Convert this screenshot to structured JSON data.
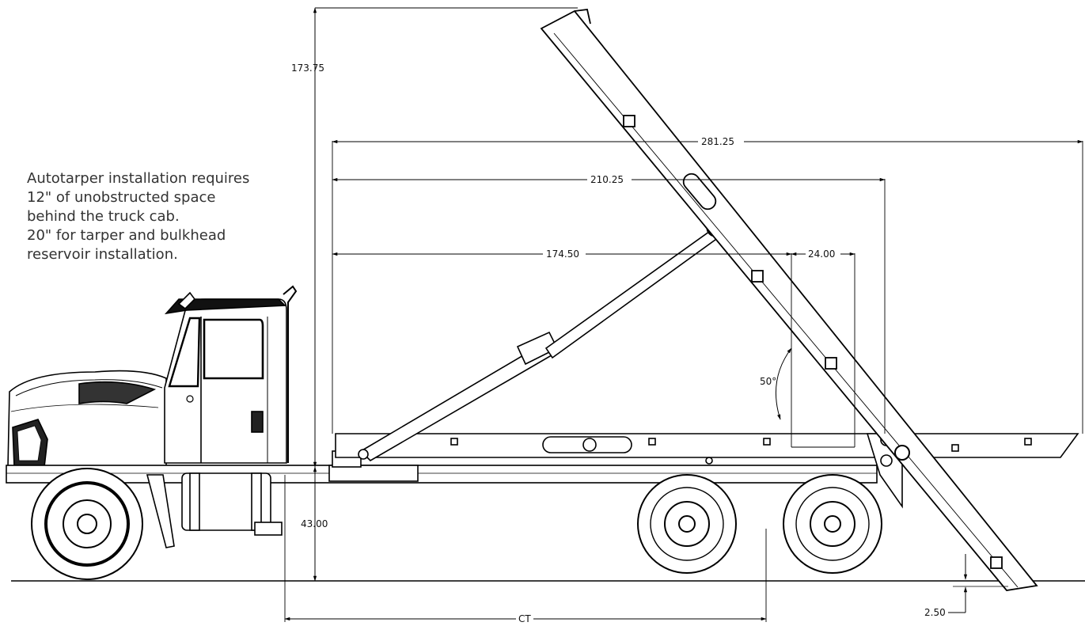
{
  "note": {
    "lines": [
      "Autotarper installation requires",
      "12\" of unobstructed space",
      "behind the truck cab.",
      "20\" for tarper and bulkhead",
      "reservoir installation."
    ]
  },
  "dimensions": {
    "overall_height": "173.75",
    "overall_length": "281.25",
    "body_length": "210.25",
    "cylinder_reach": "174.50",
    "tail_offset": "24.00",
    "frame_height": "43.00",
    "tip_angle": "50°",
    "cab_to_tandem": "CT",
    "ground_clearance": "2.50"
  }
}
